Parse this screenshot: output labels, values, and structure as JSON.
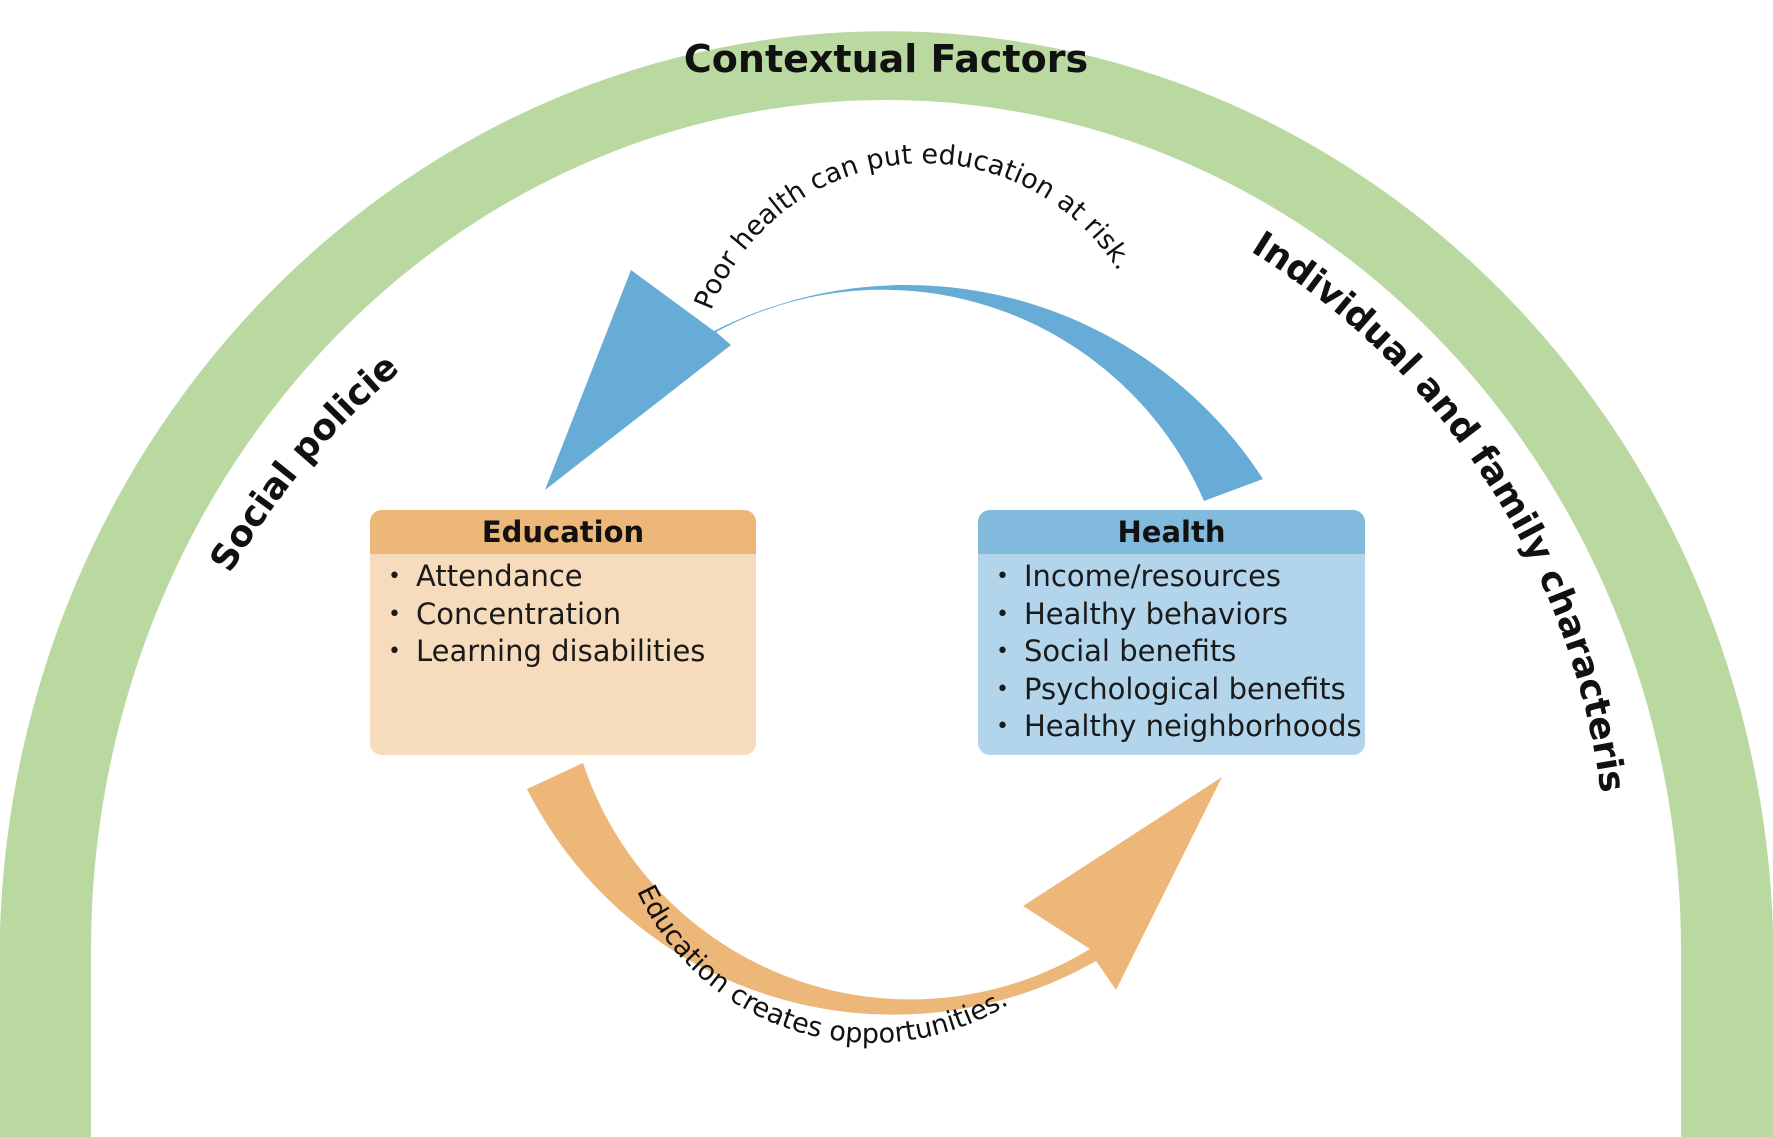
{
  "title": "Contextual Factors",
  "left_label": "Social policies",
  "right_label": "Individual and family characteristics",
  "top_arrow_label": "Poor health can put education at risk.",
  "bottom_arrow_label": "Education creates opportunities.",
  "education": {
    "title": "Education",
    "items": [
      "Attendance",
      "Concentration",
      "Learning disabilities"
    ]
  },
  "health": {
    "title": "Health",
    "items": [
      "Income/resources",
      "Healthy behaviors",
      "Social benefits",
      "Psychological benefits",
      "Healthy neighborhoods"
    ]
  },
  "colors": {
    "arch": "#b9d9a0",
    "top_arrow": "#67acd6",
    "bottom_arrow": "#ecb778",
    "education_header": "#ecb778",
    "education_body": "#f6dcbc",
    "health_header": "#82bade",
    "health_body": "#b2d5ec"
  },
  "icons": {
    "top_arrow": "curved-arrow-left-icon",
    "bottom_arrow": "curved-arrow-right-icon",
    "bullet": "bullet-dot-icon"
  }
}
